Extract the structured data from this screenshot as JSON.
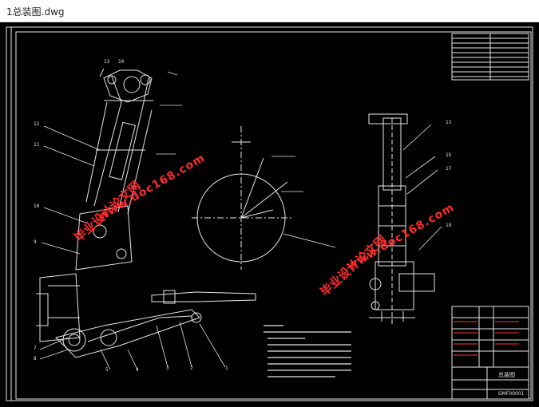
{
  "window": {
    "title": "1总装图.dwg"
  },
  "drawing": {
    "background": "#000000",
    "line_color": "#e6e6e6",
    "accent_color": "#ff2a2a",
    "title_block_label": "总装图",
    "drawing_number": "GMF00001",
    "callouts": {
      "c1": "1",
      "c2": "2",
      "c3": "3",
      "c4": "4",
      "c5": "5",
      "c7": "7",
      "c8": "8",
      "c9": "9",
      "c10": "10",
      "c11": "11",
      "c12": "12",
      "c13": "13",
      "c14": "14",
      "c13b": "13",
      "c15": "15",
      "c17": "17",
      "c19": "19"
    }
  },
  "watermarks": {
    "cn": "毕业设计论文网",
    "url": "www.doc168.com"
  }
}
